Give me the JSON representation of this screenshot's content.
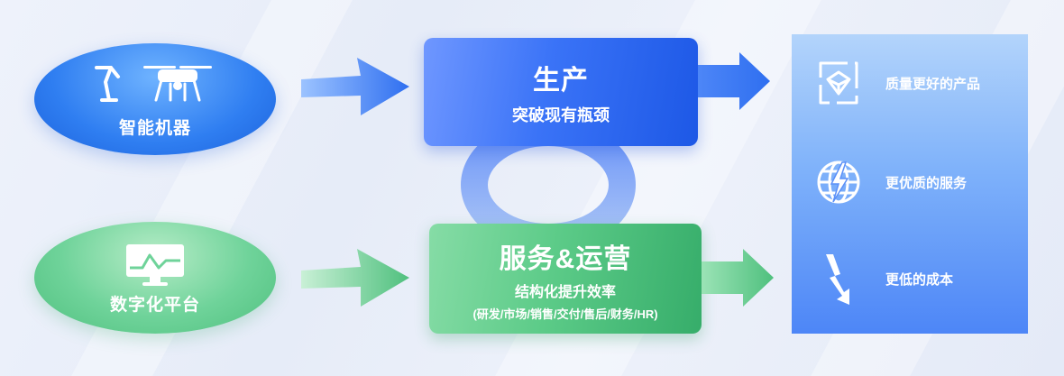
{
  "inputs": {
    "smart_machine": "智能机器",
    "digital_platform": "数字化平台"
  },
  "production": {
    "title": "生产",
    "subtitle": "突破现有瓶颈"
  },
  "operations": {
    "title": "服务&运营",
    "subtitle": "结构化提升效率",
    "detail": "(研发/市场/销售/交付/售后/财务/HR)"
  },
  "outcomes": [
    {
      "label": "质量更好的产品",
      "icon": "cube-box-icon"
    },
    {
      "label": "更优质的服务",
      "icon": "globe-bolt-icon"
    },
    {
      "label": "更低的成本",
      "icon": "down-zigzag-arrow-icon"
    }
  ],
  "colors": {
    "blue_primary": "#2f7ef1",
    "green_primary": "#5ccb88",
    "panel_blue": "#4d86f7"
  }
}
